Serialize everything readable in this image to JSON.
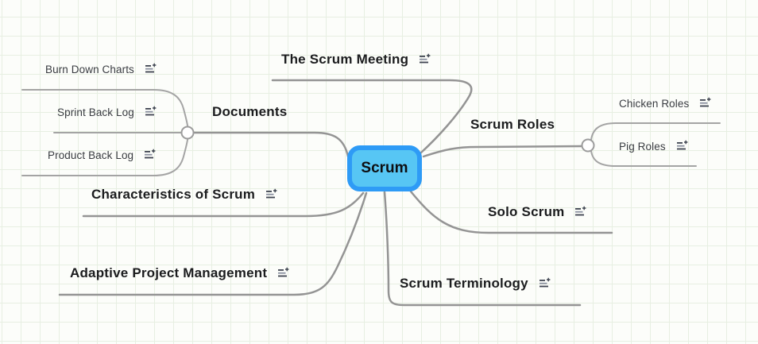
{
  "mindmap": {
    "root": {
      "label": "Scrum",
      "fill_color": "#57c6f4",
      "border_color": "#2e9bf6"
    },
    "branches": [
      {
        "label": "The Scrum Meeting",
        "note_icon": "add-note-icon"
      },
      {
        "label": "Documents",
        "children": [
          {
            "label": "Burn Down Charts",
            "note_icon": "add-note-icon"
          },
          {
            "label": "Sprint Back Log",
            "note_icon": "add-note-icon"
          },
          {
            "label": "Product Back Log",
            "note_icon": "add-note-icon"
          }
        ]
      },
      {
        "label": "Scrum Roles",
        "children": [
          {
            "label": "Chicken Roles",
            "note_icon": "add-note-icon"
          },
          {
            "label": "Pig Roles",
            "note_icon": "add-note-icon"
          }
        ]
      },
      {
        "label": "Solo Scrum",
        "note_icon": "add-note-icon"
      },
      {
        "label": "Characteristics of Scrum",
        "note_icon": "add-note-icon"
      },
      {
        "label": "Adaptive Project Management",
        "note_icon": "add-note-icon"
      },
      {
        "label": "Scrum Terminology",
        "note_icon": "add-note-icon"
      }
    ],
    "colors": {
      "background": "#fcfdfa",
      "grid_line": "#e7efe2",
      "branch_line": "#949494",
      "child_line": "#a4a4a4",
      "icon": "#3e4450",
      "icon_muted": "#8b91a0"
    }
  }
}
